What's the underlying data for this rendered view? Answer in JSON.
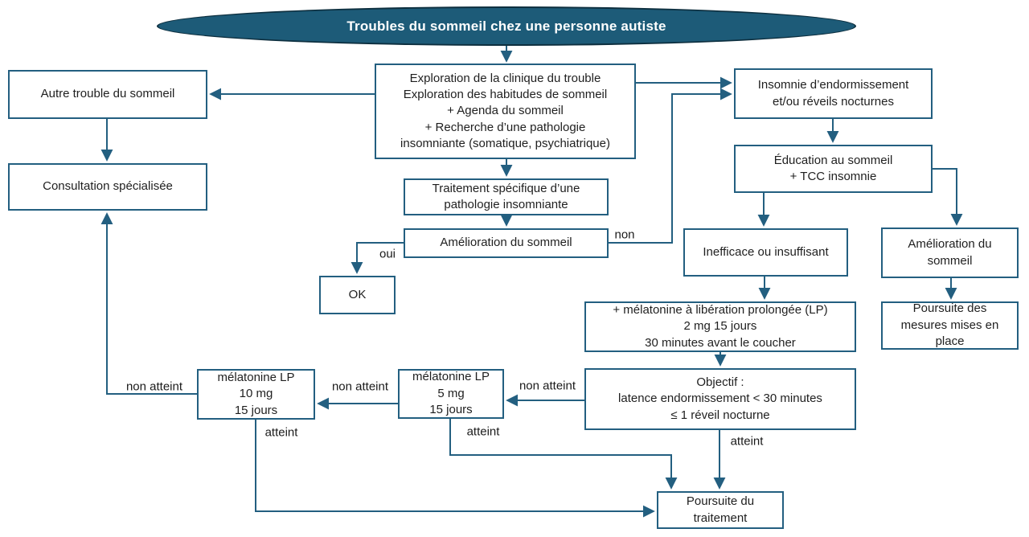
{
  "title": "Troubles du sommeil chez une personne autiste",
  "colors": {
    "accent_fill": "#1d5b78",
    "line": "#235f80",
    "title_text": "#ffffff",
    "body_text": "#1f1f1f"
  },
  "nodes": {
    "exploration": {
      "text": "Exploration de la clinique du trouble\nExploration des habitudes de sommeil\n+ Agenda du sommeil\n+ Recherche d’une pathologie\ninsomniante (somatique, psychiatrique)"
    },
    "autre_trouble": {
      "text": "Autre trouble du sommeil"
    },
    "consultation": {
      "text": "Consultation spécialisée"
    },
    "insomnie": {
      "text": "Insomnie d’endormissement\net/ou réveils nocturnes"
    },
    "education": {
      "text": "Éducation au sommeil\n+ TCC insomnie"
    },
    "traitement": {
      "text": "Traitement spécifique d’une\npathologie insomniante"
    },
    "amelioration_centre": {
      "text": "Amélioration du sommeil"
    },
    "ok": {
      "text": "OK"
    },
    "inefficace": {
      "text": "Inefficace ou insuffisant"
    },
    "melatonine_2mg": {
      "text": "+ mélatonine à libération prolongée (LP)\n2 mg 15 jours\n30 minutes avant le coucher"
    },
    "objectif": {
      "text": "Objectif :\nlatence endormissement < 30 minutes\n≤ 1 réveil nocturne"
    },
    "amelioration_droite": {
      "text": "Amélioration du\nsommeil"
    },
    "poursuite_mesures": {
      "text": "Poursuite des\nmesures mises en\nplace"
    },
    "melatonine_5mg": {
      "text": "mélatonine LP\n5 mg\n15 jours"
    },
    "melatonine_10mg": {
      "text": "mélatonine LP\n10 mg\n15 jours"
    },
    "poursuite_traitement": {
      "text": "Poursuite du\ntraitement"
    }
  },
  "edge_labels": {
    "oui": "oui",
    "non": "non",
    "non_atteint_left": "non atteint",
    "non_atteint_mid": "non atteint",
    "non_atteint_right": "non atteint",
    "atteint_10mg": "atteint",
    "atteint_5mg": "atteint",
    "atteint_objectif": "atteint"
  }
}
